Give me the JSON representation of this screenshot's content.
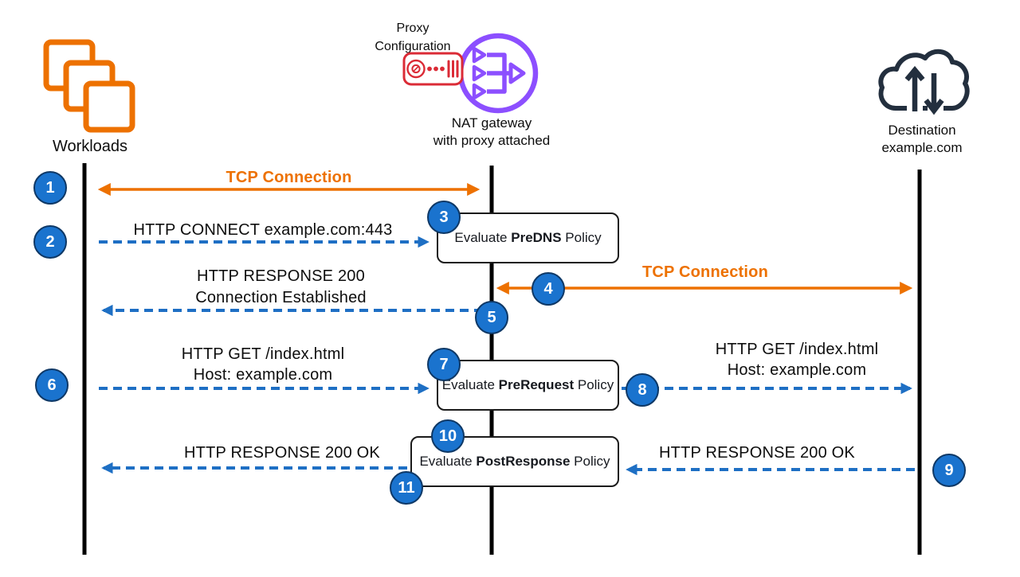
{
  "colors": {
    "aws_orange": "#ED7100",
    "badge_blue": "#1A73CE",
    "arrow_blue": "#1E6FC4",
    "nat_purple": "#8C4FFF",
    "proxy_red": "#DB2B36",
    "cloud_dark": "#232F3E"
  },
  "actors": {
    "workloads": {
      "label": "Workloads"
    },
    "nat": {
      "label_line1": "NAT gateway",
      "label_line2": "with proxy attached"
    },
    "proxy": {
      "label_line1": "Proxy",
      "label_line2": "Configuration"
    },
    "destination": {
      "label_line1": "Destination",
      "label_line2": "example.com"
    }
  },
  "messages": {
    "tcp_left": "TCP Connection",
    "http_connect": "HTTP CONNECT example.com:443",
    "tcp_right": "TCP Connection",
    "http_response_line1": "HTTP RESPONSE 200",
    "http_response_line2": "Connection Established",
    "http_get_left_line1": "HTTP GET /index.html",
    "http_get_left_line2": "Host: example.com",
    "http_get_right_line1": "HTTP GET /index.html",
    "http_get_right_line2": "Host: example.com",
    "http_response_ok_left": "HTTP RESPONSE 200 OK",
    "http_response_ok_right": "HTTP RESPONSE 200 OK"
  },
  "policies": {
    "predns": {
      "prefix": "Evaluate ",
      "bold": "PreDNS",
      "suffix": " Policy"
    },
    "prerequest": {
      "prefix": "Evaluate ",
      "bold": "PreRequest",
      "suffix": " Policy"
    },
    "postresponse": {
      "prefix": "Evaluate ",
      "bold": "PostResponse",
      "suffix": " Policy"
    }
  },
  "steps": {
    "n1": "1",
    "n2": "2",
    "n3": "3",
    "n4": "4",
    "n5": "5",
    "n6": "6",
    "n7": "7",
    "n8": "8",
    "n9": "9",
    "n10": "10",
    "n11": "11"
  }
}
